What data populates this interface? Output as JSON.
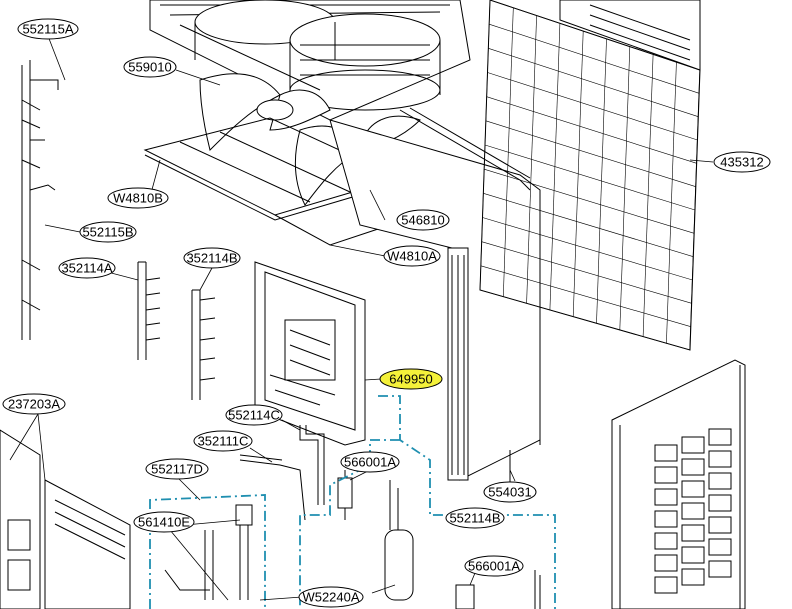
{
  "diagram": {
    "highlight_color": "#f4f13a",
    "pipe_color": "#1f8fb0",
    "callouts": [
      {
        "id": "552115A",
        "label": "552115A"
      },
      {
        "id": "559010",
        "label": "559010"
      },
      {
        "id": "W4810B",
        "label": "W4810B"
      },
      {
        "id": "552115B",
        "label": "552115B"
      },
      {
        "id": "352114A",
        "label": "352114A"
      },
      {
        "id": "352114B",
        "label": "352114B"
      },
      {
        "id": "546810",
        "label": "546810"
      },
      {
        "id": "W4810A",
        "label": "W4810A"
      },
      {
        "id": "435312",
        "label": "435312"
      },
      {
        "id": "649950",
        "label": "649950",
        "highlighted": true
      },
      {
        "id": "237203A",
        "label": "237203A"
      },
      {
        "id": "552114C",
        "label": "552114C"
      },
      {
        "id": "352111C",
        "label": "352111C"
      },
      {
        "id": "566001A-1",
        "label": "566001A"
      },
      {
        "id": "552117D",
        "label": "552117D"
      },
      {
        "id": "554031",
        "label": "554031"
      },
      {
        "id": "561410E",
        "label": "561410E"
      },
      {
        "id": "552114B",
        "label": "552114B"
      },
      {
        "id": "566001A-2",
        "label": "566001A"
      },
      {
        "id": "W52240A",
        "label": "W52240A"
      }
    ]
  }
}
